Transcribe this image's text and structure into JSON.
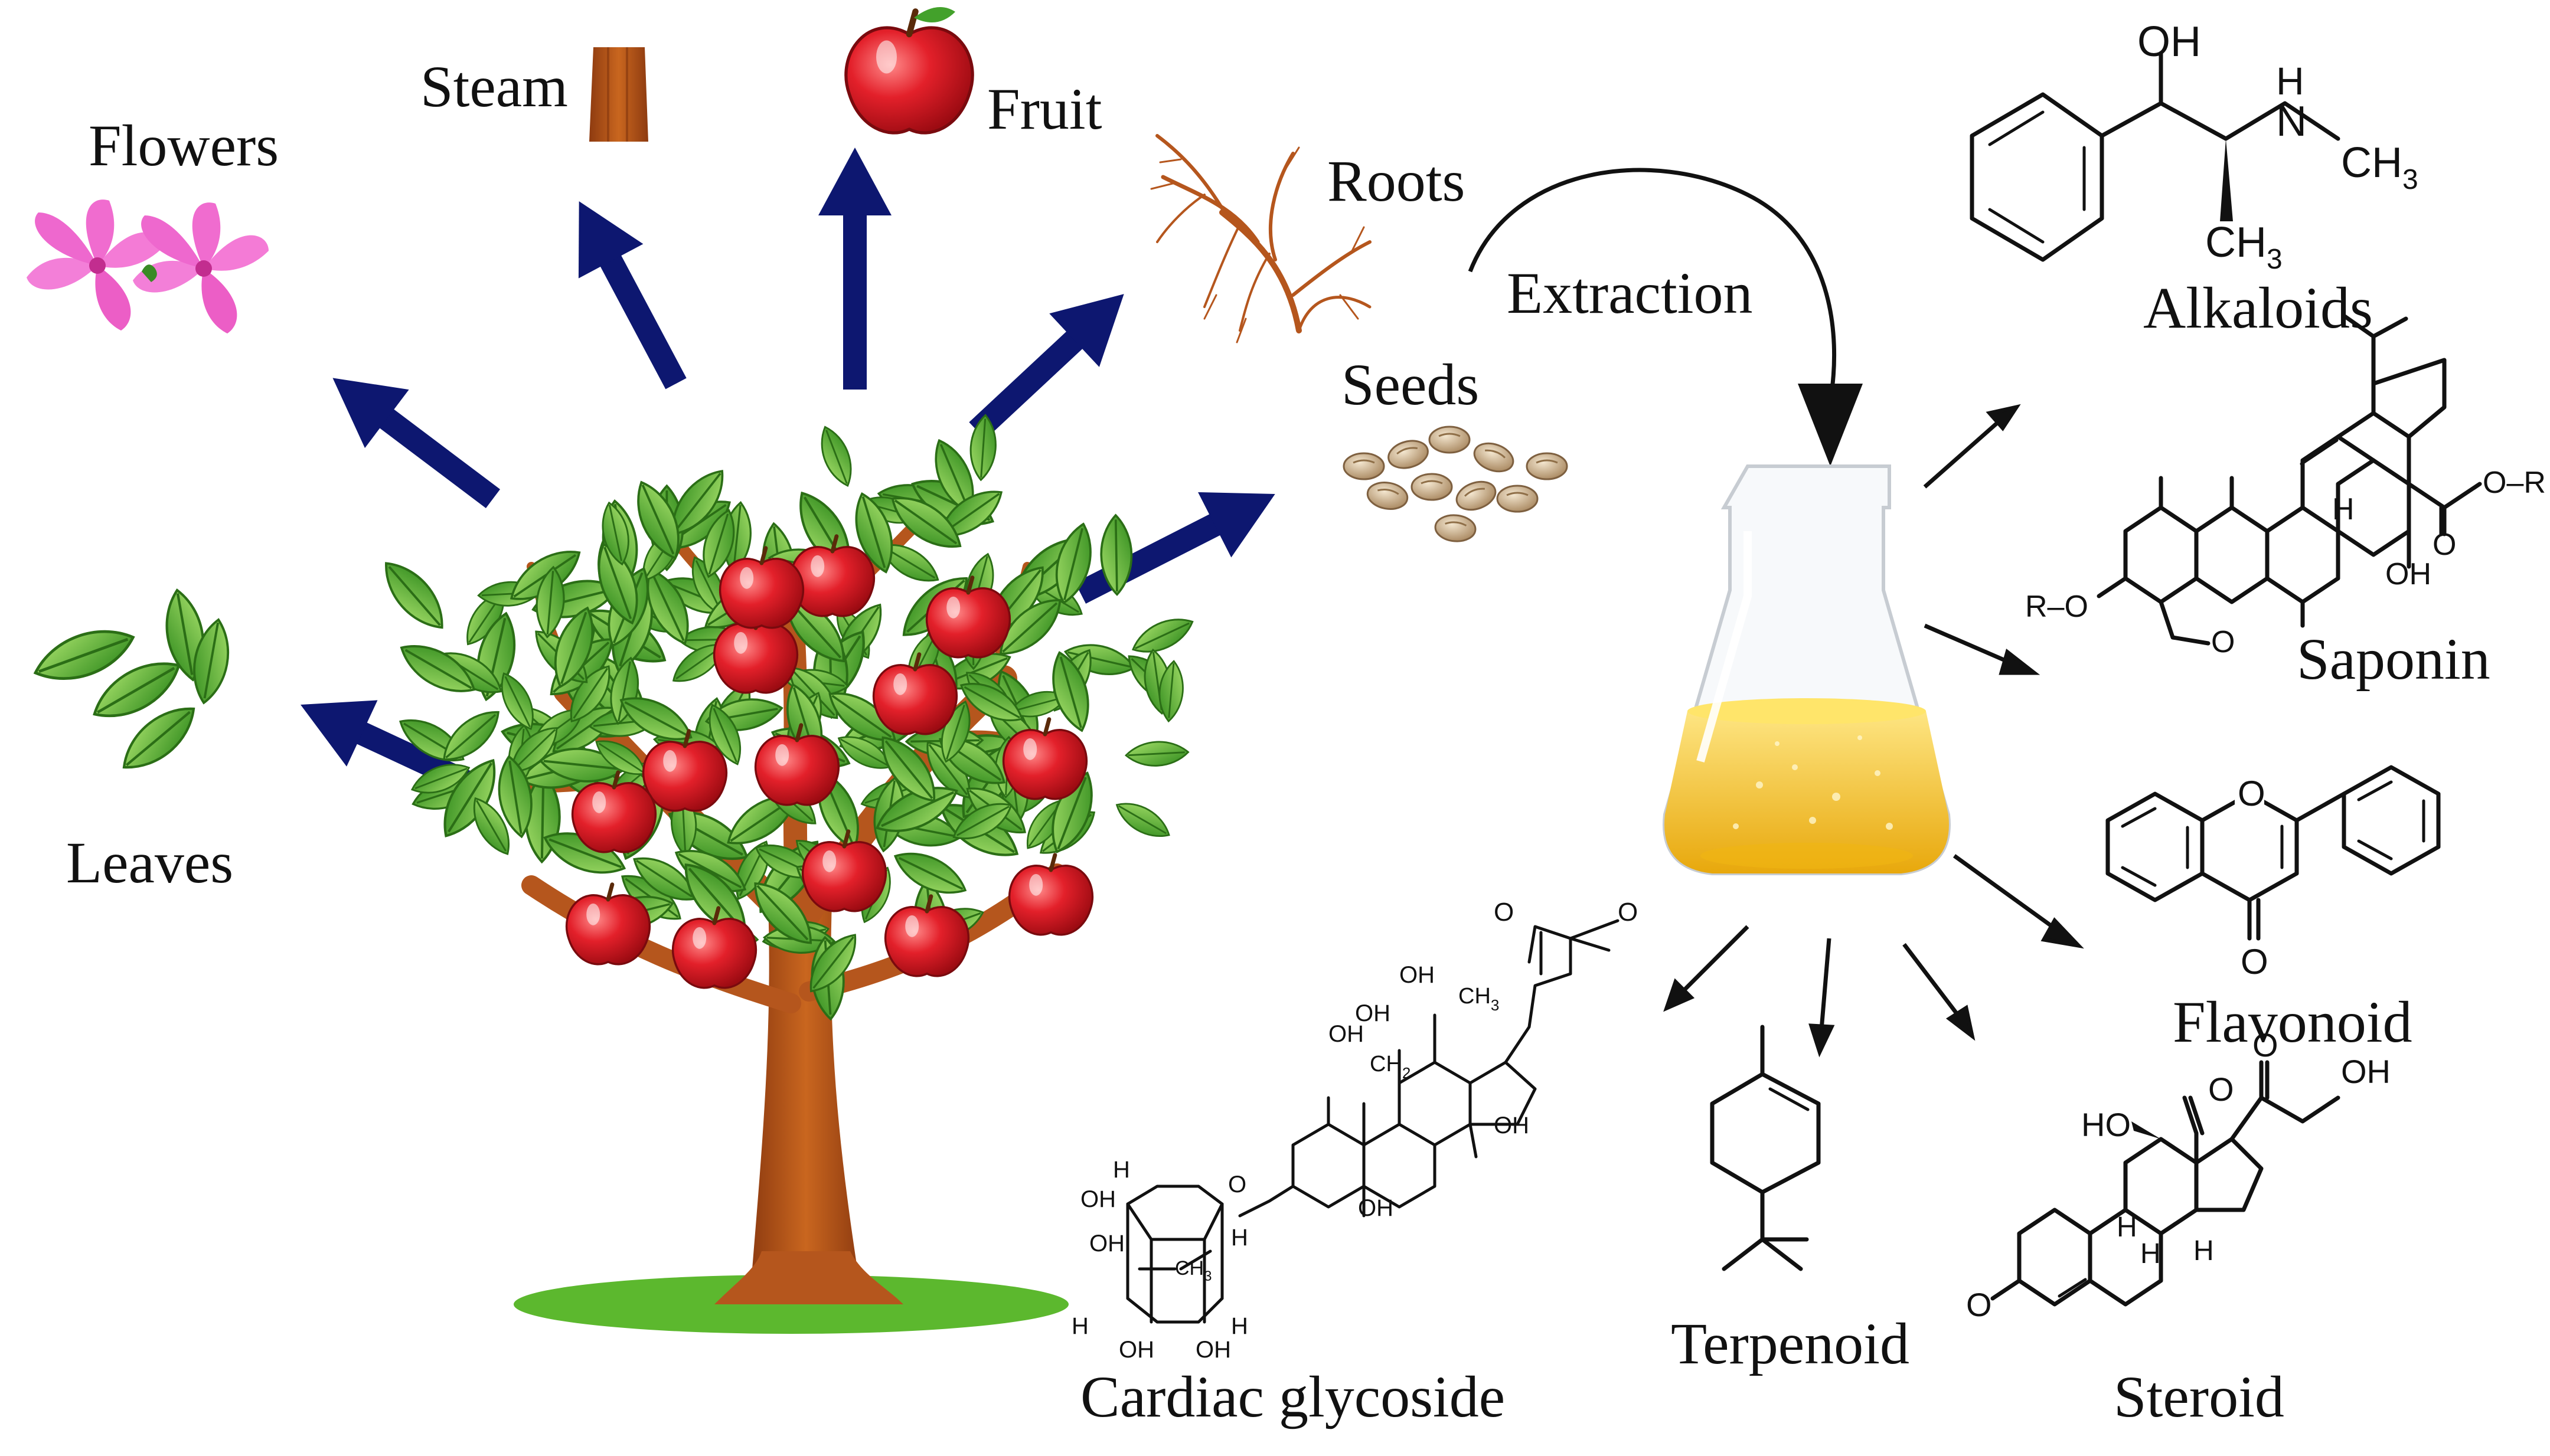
{
  "plant_parts": {
    "flowers": "Flowers",
    "steam": "Steam",
    "fruit": "Fruit",
    "roots": "Roots",
    "seeds": "Seeds",
    "leaves": "Leaves"
  },
  "process": {
    "extraction": "Extraction"
  },
  "compounds": {
    "alkaloids": "Alkaloids",
    "saponin": "Saponin",
    "flavonoid": "Flavonoid",
    "steroid": "Steroid",
    "terpenoid": "Terpenoid",
    "cardiac_glycoside": "Cardiac glycoside"
  },
  "atoms": {
    "oh": "OH",
    "nh_h": "H",
    "n": "N",
    "ch3": "CH",
    "sub3": "3",
    "r": "R",
    "o": "O",
    "h": "H",
    "ro": "R–O",
    "o_r": "O–R",
    "ho": "HO",
    "ch2": "CH",
    "sub2": "2"
  },
  "colors": {
    "arrow_blue": "#0d1770",
    "liquid": "#f2c21b",
    "apple": "#e3202a",
    "leaf": "#4caf2a",
    "trunk": "#b5561d",
    "flower": "#f06ccf",
    "ground": "#5cb82e"
  }
}
